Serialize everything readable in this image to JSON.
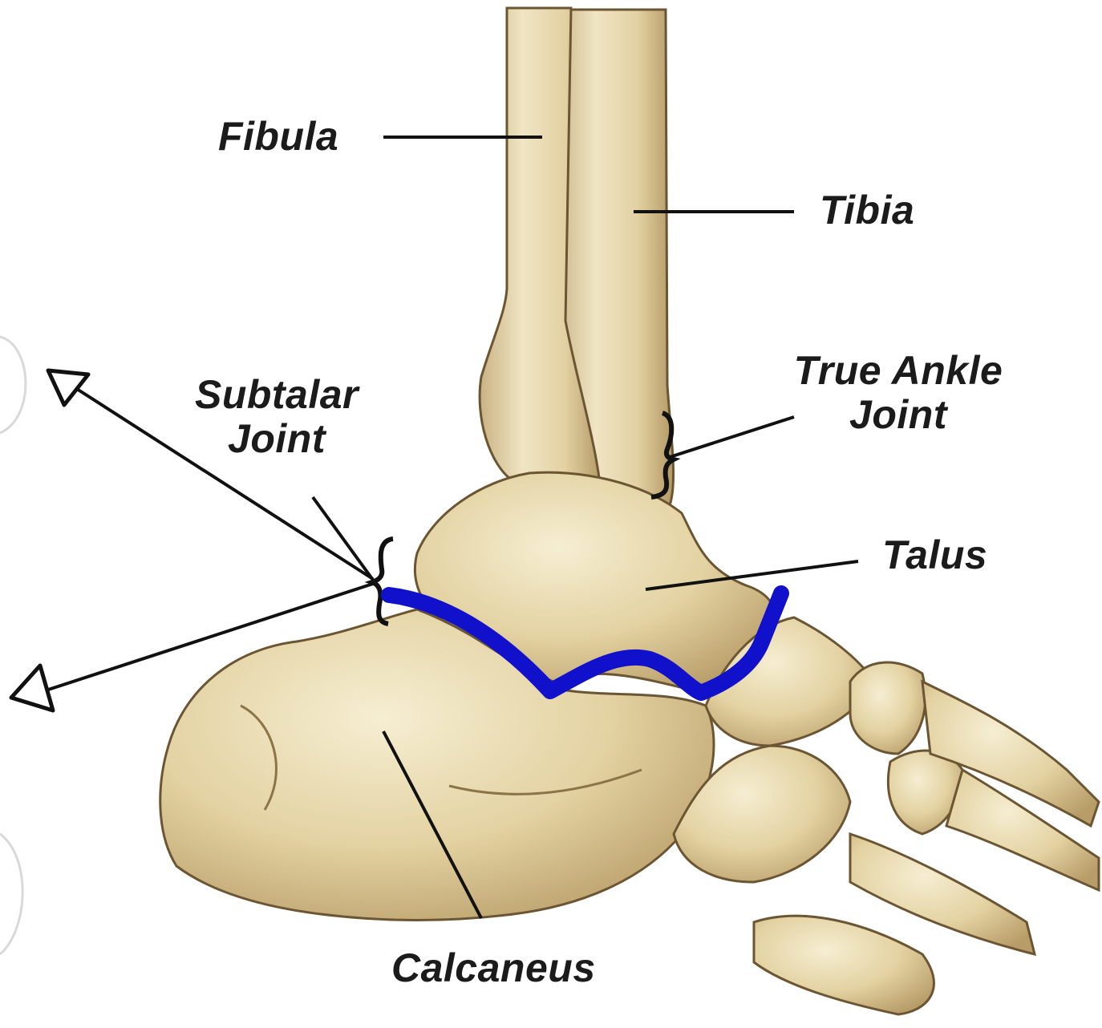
{
  "labels": {
    "fibula": "Fibula",
    "tibia": "Tibia",
    "true_ankle_joint_line1": "True Ankle",
    "true_ankle_joint_line2": "Joint",
    "subtalar_joint_line1": "Subtalar",
    "subtalar_joint_line2": "Joint",
    "talus": "Talus",
    "calcaneus": "Calcaneus"
  },
  "colors": {
    "bone_fill": "#e6d6a8",
    "bone_light": "#f3e9c8",
    "bone_shadow": "#a58a5a",
    "bone_outline": "#6b5532",
    "leader_line": "#111111",
    "joint_marker": "#1111cc"
  },
  "annotations": {
    "subtalar_joint_line": "blue-curve",
    "arrows": [
      "up-left-arrow",
      "down-left-arrow"
    ]
  }
}
